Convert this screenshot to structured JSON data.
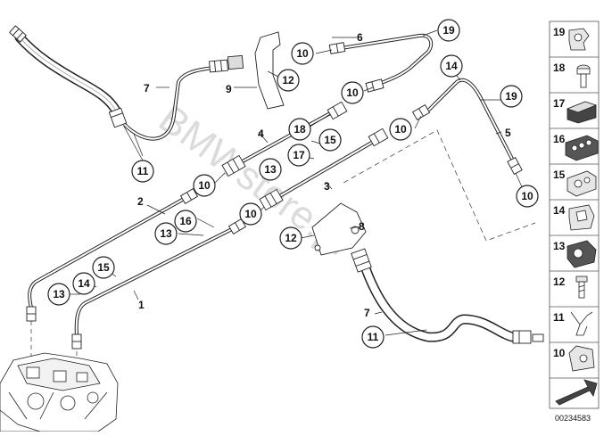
{
  "diagram": {
    "reference_number": "00234583",
    "watermark": "BMWstore.pl",
    "callouts": [
      {
        "id": "c10a",
        "text": "10"
      },
      {
        "id": "c19a",
        "text": "19"
      },
      {
        "id": "c12a",
        "text": "12"
      },
      {
        "id": "c10b",
        "text": "10"
      },
      {
        "id": "c14a",
        "text": "14"
      },
      {
        "id": "c19b",
        "text": "19"
      },
      {
        "id": "c18a",
        "text": "18"
      },
      {
        "id": "c15a",
        "text": "15"
      },
      {
        "id": "c10c",
        "text": "10"
      },
      {
        "id": "c17a",
        "text": "17"
      },
      {
        "id": "c13a",
        "text": "13"
      },
      {
        "id": "c10d",
        "text": "10"
      },
      {
        "id": "c10e",
        "text": "10"
      },
      {
        "id": "c10f",
        "text": "10"
      },
      {
        "id": "c11a",
        "text": "11"
      },
      {
        "id": "c16a",
        "text": "16"
      },
      {
        "id": "c13b",
        "text": "13"
      },
      {
        "id": "c12b",
        "text": "12"
      },
      {
        "id": "c15b",
        "text": "15"
      },
      {
        "id": "c14b",
        "text": "14"
      },
      {
        "id": "c13c",
        "text": "13"
      },
      {
        "id": "c11b",
        "text": "11"
      }
    ],
    "part_labels": [
      {
        "id": "l6",
        "text": "6"
      },
      {
        "id": "l7a",
        "text": "7"
      },
      {
        "id": "l9",
        "text": "9"
      },
      {
        "id": "l5",
        "text": "5"
      },
      {
        "id": "l4",
        "text": "4"
      },
      {
        "id": "l3",
        "text": "3"
      },
      {
        "id": "l8",
        "text": "8"
      },
      {
        "id": "l2",
        "text": "2"
      },
      {
        "id": "l1",
        "text": "1"
      },
      {
        "id": "l7b",
        "text": "7"
      }
    ]
  },
  "parts_legend": [
    {
      "number": "19",
      "icon": "clip-19-icon"
    },
    {
      "number": "18",
      "icon": "bolt-18-icon"
    },
    {
      "number": "17",
      "icon": "line-holder-17-icon"
    },
    {
      "number": "16",
      "icon": "line-holder-16-icon"
    },
    {
      "number": "15",
      "icon": "line-holder-15-icon"
    },
    {
      "number": "14",
      "icon": "line-holder-14-icon"
    },
    {
      "number": "13",
      "icon": "line-holder-13-icon"
    },
    {
      "number": "12",
      "icon": "screw-12-icon"
    },
    {
      "number": "11",
      "icon": "spring-clip-11-icon"
    },
    {
      "number": "10",
      "icon": "bracket-10-icon"
    },
    {
      "number": "",
      "icon": "arrow-icon"
    }
  ]
}
